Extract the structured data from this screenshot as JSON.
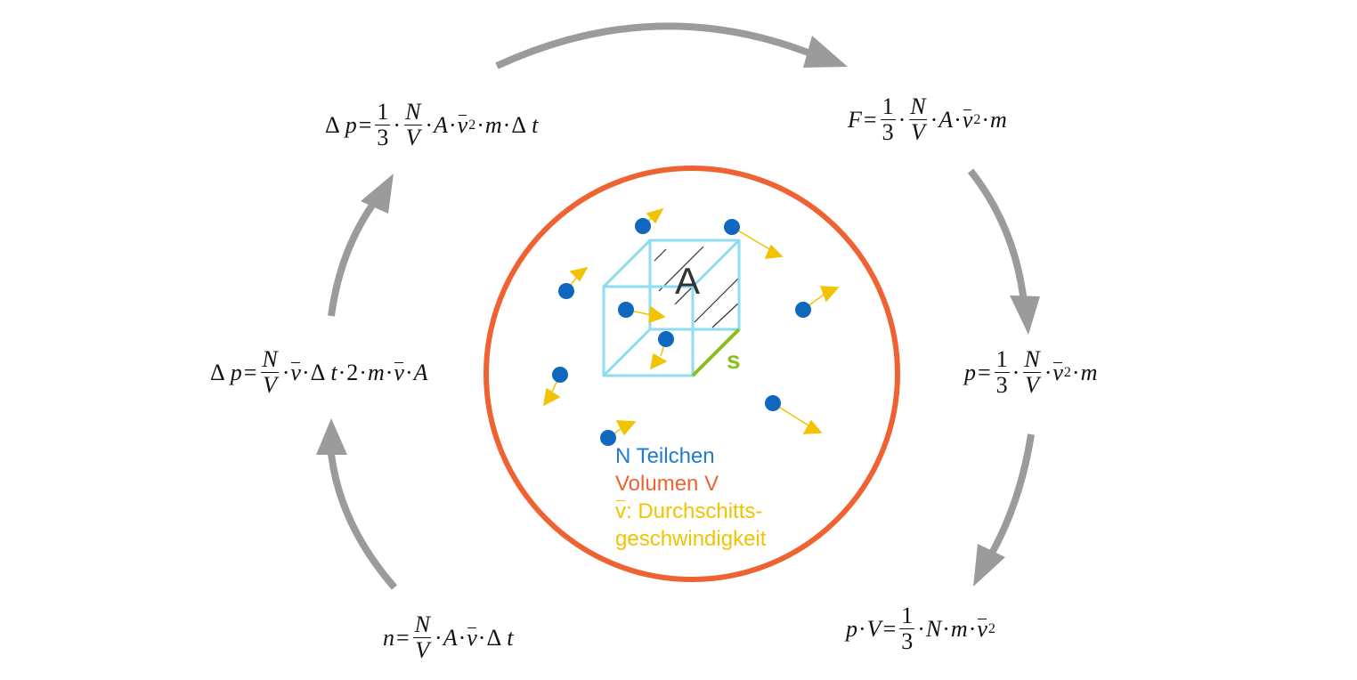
{
  "colors": {
    "arrow": "#9b9b9b",
    "circle": "#ef6333",
    "cube": "#8fdcf0",
    "particle": "#1068be",
    "velocity": "#f2c300",
    "s_edge": "#8bbe1e",
    "n_label": "#1f7ccf",
    "v_label": "#ef6333",
    "vbar_label": "#f2c300"
  },
  "cube": {
    "face_label": "A",
    "edge_label": "s"
  },
  "legend": {
    "particles": "N Teilchen",
    "volume": "Volumen V",
    "velocity_symbol": "v",
    "velocity_line1": ": Durchschitts-",
    "velocity_line2": "geschwindigkeit"
  },
  "formulas": {
    "f1": {
      "lhs": "Δ p",
      "eq": "=",
      "n1": "N",
      "d1": "V",
      "rest": [
        "A",
        "v̄",
        "2",
        "·",
        "m",
        "·"
      ],
      "end": "Δ t"
    },
    "f2": {},
    "symbols": {
      "delta": "Δ",
      "p": "p",
      "N": "N",
      "V": "V",
      "A": "A",
      "v": "v",
      "two": "2",
      "m": "m",
      "t": "t",
      "n": "n",
      "F": "F",
      "one": "1",
      "three": "3",
      "sq": "2",
      "eq": "="
    }
  },
  "icons": [
    "cycle-arrow-icon",
    "particle-icon",
    "velocity-arrow-icon"
  ]
}
